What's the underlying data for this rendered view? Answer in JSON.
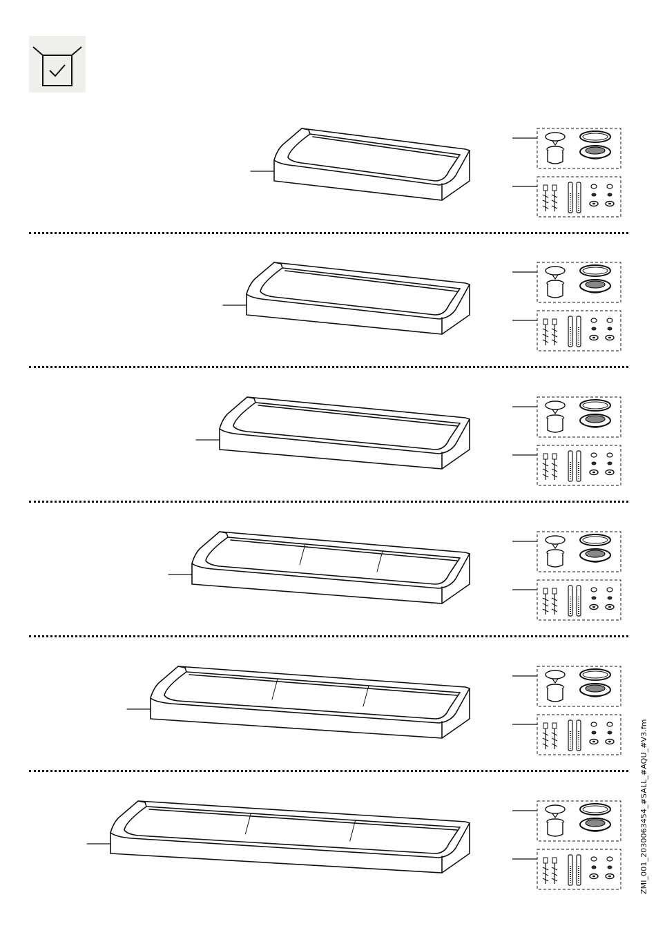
{
  "page": {
    "header_icon": "box-with-checkmark-icon",
    "doc_reference": "ZMI_001_2030063454_#SALL_#AQU_#V3.fm"
  },
  "variants": [
    {
      "id": "variant-1",
      "trough_sections": 1,
      "trough_icon": "urinal-trough-icon",
      "drain_kit_icon": "drain-set-icon",
      "fixing_kit_icon": "fixing-set-icon"
    },
    {
      "id": "variant-2",
      "trough_sections": 1,
      "trough_icon": "urinal-trough-icon",
      "drain_kit_icon": "drain-set-icon",
      "fixing_kit_icon": "fixing-set-icon"
    },
    {
      "id": "variant-3",
      "trough_sections": 1,
      "trough_icon": "urinal-trough-icon",
      "drain_kit_icon": "drain-set-icon",
      "fixing_kit_icon": "fixing-set-icon"
    },
    {
      "id": "variant-4",
      "trough_sections": 3,
      "trough_icon": "urinal-trough-icon",
      "drain_kit_icon": "drain-set-icon",
      "fixing_kit_icon": "fixing-set-icon"
    },
    {
      "id": "variant-5",
      "trough_sections": 3,
      "trough_icon": "urinal-trough-icon",
      "drain_kit_icon": "drain-set-icon",
      "fixing_kit_icon": "fixing-set-icon"
    },
    {
      "id": "variant-6",
      "trough_sections": 3,
      "trough_icon": "urinal-trough-icon",
      "drain_kit_icon": "drain-set-icon",
      "fixing_kit_icon": "fixing-set-icon"
    }
  ]
}
